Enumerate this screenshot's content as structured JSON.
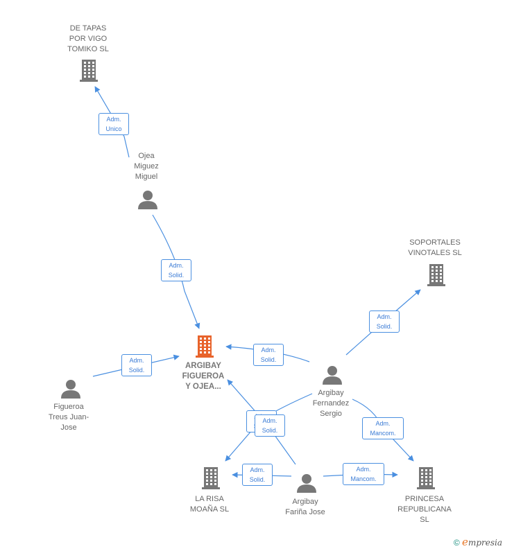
{
  "colors": {
    "edge": "#4a8fe0",
    "company": "#777777",
    "main_company": "#e8632b",
    "person": "#777777"
  },
  "nodes": [
    {
      "id": "de_tapas",
      "type": "company",
      "label": "DE TAPAS\nPOR VIGO\nTOMIKO  SL"
    },
    {
      "id": "ojea",
      "type": "person",
      "label": "Ojea\nMiguez\nMiguel"
    },
    {
      "id": "main",
      "type": "main-company",
      "label": "ARGIBAY\nFIGUEROA\nY OJEA..."
    },
    {
      "id": "figueroa",
      "type": "person",
      "label": "Figueroa\nTreus Juan-\nJose"
    },
    {
      "id": "soportales",
      "type": "company",
      "label": "SOPORTALES\nVINOTALES  SL"
    },
    {
      "id": "sergio",
      "type": "person",
      "label": "Argibay\nFernandez\nSergio"
    },
    {
      "id": "larisa",
      "type": "company",
      "label": "LA RISA\nMOAÑA  SL"
    },
    {
      "id": "jose",
      "type": "person",
      "label": "Argibay\nFariña Jose"
    },
    {
      "id": "princesa",
      "type": "company",
      "label": "PRINCESA\nREPUBLICANA\nSL"
    }
  ],
  "edges": [
    {
      "from": "ojea",
      "to": "de_tapas",
      "label": "Adm.\nUnico"
    },
    {
      "from": "ojea",
      "to": "main",
      "label": "Adm.\nSolid."
    },
    {
      "from": "figueroa",
      "to": "main",
      "label": "Adm.\nSolid."
    },
    {
      "from": "sergio",
      "to": "main",
      "label": "Adm.\nSolid."
    },
    {
      "from": "sergio",
      "to": "soportales",
      "label": "Adm.\nSolid."
    },
    {
      "from": "sergio",
      "to": "larisa",
      "label": "Adm.\nSolid."
    },
    {
      "from": "sergio",
      "to": "princesa",
      "label": "Adm.\nMancom."
    },
    {
      "from": "jose",
      "to": "main",
      "label": "Adm.\nSolid."
    },
    {
      "from": "jose",
      "to": "larisa",
      "label": "Adm.\nSolid."
    },
    {
      "from": "jose",
      "to": "princesa",
      "label": "Adm.\nMancom."
    }
  ],
  "footer": {
    "copyright": "©",
    "brand_first": "e",
    "brand_rest": "mpresia"
  }
}
